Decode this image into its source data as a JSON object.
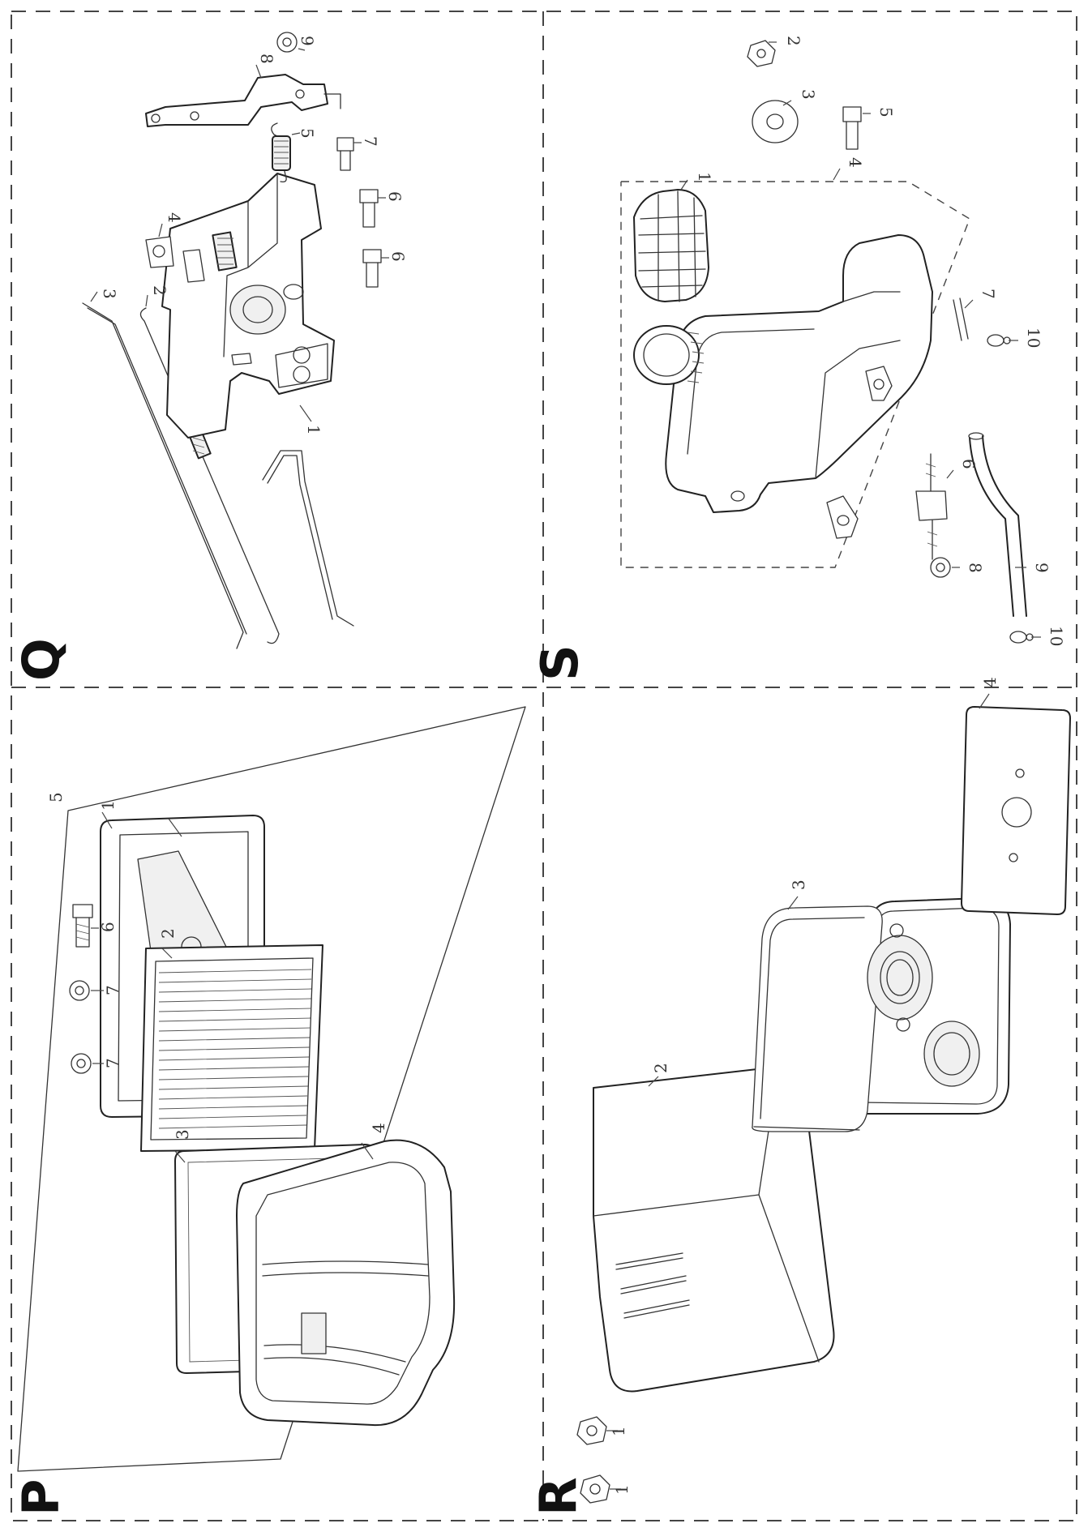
{
  "sections": {
    "P": {
      "letter": "P",
      "callouts": [
        "1",
        "2",
        "3",
        "4",
        "5",
        "6",
        "7",
        "7"
      ]
    },
    "Q": {
      "letter": "Q",
      "callouts": [
        "1",
        "2",
        "3",
        "4",
        "5",
        "6",
        "6",
        "7",
        "8",
        "9"
      ]
    },
    "R": {
      "letter": "R",
      "callouts": [
        "1",
        "1",
        "2",
        "3",
        "4"
      ]
    },
    "S": {
      "letter": "S",
      "callouts": [
        "1",
        "2",
        "3",
        "4",
        "5",
        "6",
        "7",
        "8",
        "9",
        "10",
        "10"
      ]
    }
  }
}
